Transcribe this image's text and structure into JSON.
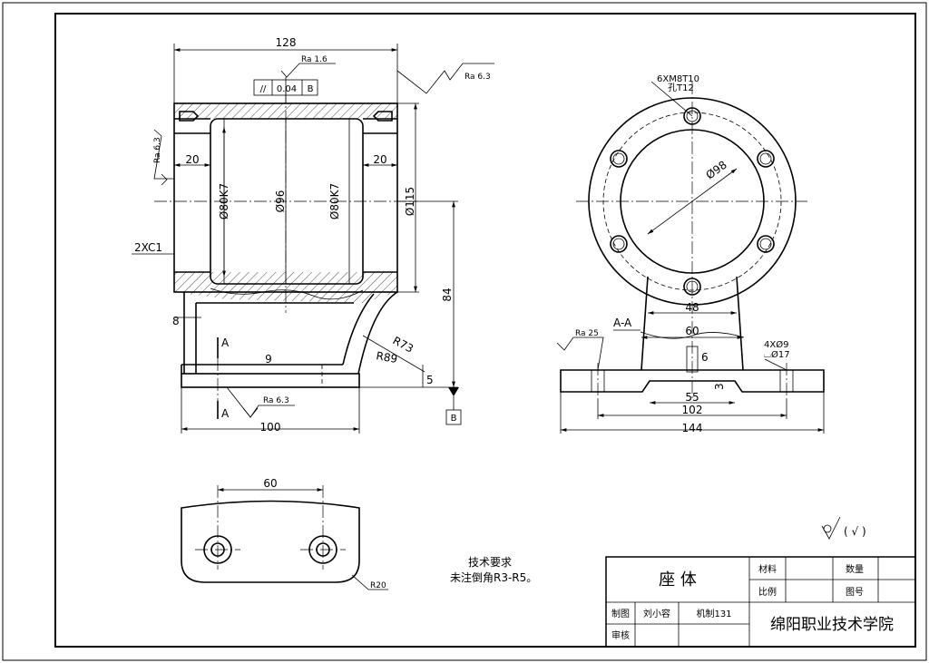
{
  "front_view": {
    "dims": {
      "total_width": "128",
      "bore_left": "Ø80K7",
      "bore_mid": "Ø96",
      "bore_right": "Ø80K7",
      "outer_dia": "Ø115",
      "step_left": "20",
      "step_right": "20",
      "chamfer": "2XC1",
      "height": "84",
      "rib": "8",
      "base_thk": "9",
      "base_offset": "5",
      "radius_outer": "R73",
      "radius_inner": "R89",
      "base_len": "100"
    },
    "tolerance": {
      "symbol": "//",
      "value": "0.04",
      "datum": "B"
    },
    "datum_label": "B",
    "section_marks": [
      "A",
      "A"
    ],
    "roughness": [
      "Ra 1.6",
      "Ra 6.3",
      "Ra 6.3",
      "Ra 6.3"
    ]
  },
  "side_view": {
    "hole_callout": {
      "line1": "6XM8T10",
      "line2": "孔T12"
    },
    "dims": {
      "pcd": "Ø98",
      "neck": "48",
      "web": "60",
      "base_slot": "55",
      "hole_spacing": "102",
      "base_width": "144",
      "web_thk": "6",
      "slot_depth": "3"
    },
    "base_holes": {
      "line1": "4XØ9",
      "line2": "⌴Ø17"
    },
    "section_label": "A-A",
    "roughness": "Ra 25"
  },
  "bottom_view": {
    "hole_spacing": "60",
    "corner_radius": "R20"
  },
  "tech_req": {
    "title": "技术要求",
    "line1": "未注倒角R3-R5。"
  },
  "roughness_note": {
    "rest": "( √ )"
  },
  "title_block": {
    "part_name": "座  体",
    "material_label": "材料",
    "quantity_label": "数量",
    "scale_label": "比例",
    "drawing_no_label": "图号",
    "drawn_label": "制图",
    "drawn_name": "刘小容",
    "class": "机制131",
    "checked_label": "审核",
    "school": "绵阳职业技术学院"
  }
}
